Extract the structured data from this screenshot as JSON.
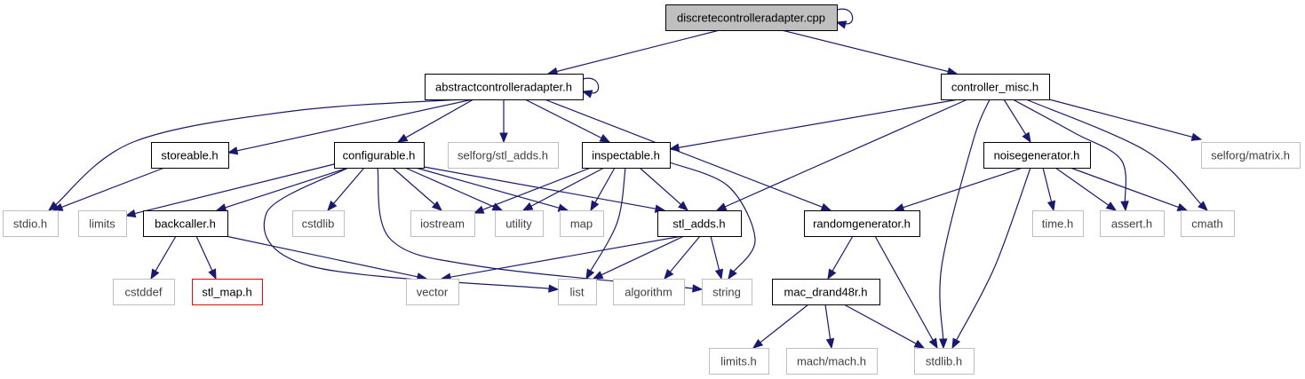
{
  "graph": {
    "colors": {
      "edge": "#191970",
      "root_fill": "#bfbfbf",
      "documented_border": "#000000",
      "undocumented_border": "#bfbfbf",
      "missing_border": "#ff0000"
    },
    "nodes": [
      {
        "id": "root",
        "label": "discretecontrolleradapter.cpp",
        "style": "root"
      },
      {
        "id": "aca",
        "label": "abstractcontrolleradapter.h",
        "style": "documented"
      },
      {
        "id": "cm",
        "label": "controller_misc.h",
        "style": "documented"
      },
      {
        "id": "store",
        "label": "storeable.h",
        "style": "documented"
      },
      {
        "id": "conf",
        "label": "configurable.h",
        "style": "documented"
      },
      {
        "id": "sfstl",
        "label": "selforg/stl_adds.h",
        "style": "undocumented"
      },
      {
        "id": "insp",
        "label": "inspectable.h",
        "style": "documented"
      },
      {
        "id": "noise",
        "label": "noisegenerator.h",
        "style": "documented"
      },
      {
        "id": "matrix",
        "label": "selforg/matrix.h",
        "style": "undocumented"
      },
      {
        "id": "stdio",
        "label": "stdio.h",
        "style": "undocumented"
      },
      {
        "id": "limits",
        "label": "limits",
        "style": "undocumented"
      },
      {
        "id": "backc",
        "label": "backcaller.h",
        "style": "documented"
      },
      {
        "id": "cstdlib",
        "label": "cstdlib",
        "style": "undocumented"
      },
      {
        "id": "iostream",
        "label": "iostream",
        "style": "undocumented"
      },
      {
        "id": "utility",
        "label": "utility",
        "style": "undocumented"
      },
      {
        "id": "map",
        "label": "map",
        "style": "undocumented"
      },
      {
        "id": "stladds",
        "label": "stl_adds.h",
        "style": "documented"
      },
      {
        "id": "randg",
        "label": "randomgenerator.h",
        "style": "documented"
      },
      {
        "id": "time",
        "label": "time.h",
        "style": "undocumented"
      },
      {
        "id": "assert",
        "label": "assert.h",
        "style": "undocumented"
      },
      {
        "id": "cmath",
        "label": "cmath",
        "style": "undocumented"
      },
      {
        "id": "cstddef",
        "label": "cstddef",
        "style": "undocumented"
      },
      {
        "id": "stlmap",
        "label": "stl_map.h",
        "style": "missing"
      },
      {
        "id": "vector",
        "label": "vector",
        "style": "undocumented"
      },
      {
        "id": "list",
        "label": "list",
        "style": "undocumented"
      },
      {
        "id": "algorithm",
        "label": "algorithm",
        "style": "undocumented"
      },
      {
        "id": "string",
        "label": "string",
        "style": "undocumented"
      },
      {
        "id": "macd",
        "label": "mac_drand48r.h",
        "style": "documented"
      },
      {
        "id": "limitsh",
        "label": "limits.h",
        "style": "undocumented"
      },
      {
        "id": "machh",
        "label": "mach/mach.h",
        "style": "undocumented"
      },
      {
        "id": "stdlib",
        "label": "stdlib.h",
        "style": "undocumented"
      }
    ],
    "edges": [
      {
        "from": "root",
        "to": "root"
      },
      {
        "from": "root",
        "to": "aca"
      },
      {
        "from": "root",
        "to": "cm"
      },
      {
        "from": "aca",
        "to": "aca"
      },
      {
        "from": "aca",
        "to": "stdio"
      },
      {
        "from": "aca",
        "to": "store"
      },
      {
        "from": "aca",
        "to": "conf"
      },
      {
        "from": "aca",
        "to": "sfstl"
      },
      {
        "from": "aca",
        "to": "insp"
      },
      {
        "from": "aca",
        "to": "randg"
      },
      {
        "from": "cm",
        "to": "insp"
      },
      {
        "from": "cm",
        "to": "stladds"
      },
      {
        "from": "cm",
        "to": "noise"
      },
      {
        "from": "cm",
        "to": "stdlib"
      },
      {
        "from": "cm",
        "to": "assert"
      },
      {
        "from": "cm",
        "to": "cmath"
      },
      {
        "from": "cm",
        "to": "matrix"
      },
      {
        "from": "store",
        "to": "stdio"
      },
      {
        "from": "conf",
        "to": "limits"
      },
      {
        "from": "conf",
        "to": "backc"
      },
      {
        "from": "conf",
        "to": "cstdlib"
      },
      {
        "from": "conf",
        "to": "iostream"
      },
      {
        "from": "conf",
        "to": "utility"
      },
      {
        "from": "conf",
        "to": "map"
      },
      {
        "from": "conf",
        "to": "stladds"
      },
      {
        "from": "conf",
        "to": "list"
      },
      {
        "from": "conf",
        "to": "string"
      },
      {
        "from": "insp",
        "to": "iostream"
      },
      {
        "from": "insp",
        "to": "utility"
      },
      {
        "from": "insp",
        "to": "map"
      },
      {
        "from": "insp",
        "to": "stladds"
      },
      {
        "from": "insp",
        "to": "list"
      },
      {
        "from": "insp",
        "to": "string"
      },
      {
        "from": "backc",
        "to": "cstddef"
      },
      {
        "from": "backc",
        "to": "stlmap"
      },
      {
        "from": "backc",
        "to": "vector"
      },
      {
        "from": "stladds",
        "to": "vector"
      },
      {
        "from": "stladds",
        "to": "list"
      },
      {
        "from": "stladds",
        "to": "algorithm"
      },
      {
        "from": "stladds",
        "to": "string"
      },
      {
        "from": "noise",
        "to": "randg"
      },
      {
        "from": "noise",
        "to": "time"
      },
      {
        "from": "noise",
        "to": "assert"
      },
      {
        "from": "noise",
        "to": "cmath"
      },
      {
        "from": "noise",
        "to": "stdlib"
      },
      {
        "from": "randg",
        "to": "macd"
      },
      {
        "from": "randg",
        "to": "stdlib"
      },
      {
        "from": "macd",
        "to": "limitsh"
      },
      {
        "from": "macd",
        "to": "machh"
      },
      {
        "from": "macd",
        "to": "stdlib"
      }
    ]
  }
}
